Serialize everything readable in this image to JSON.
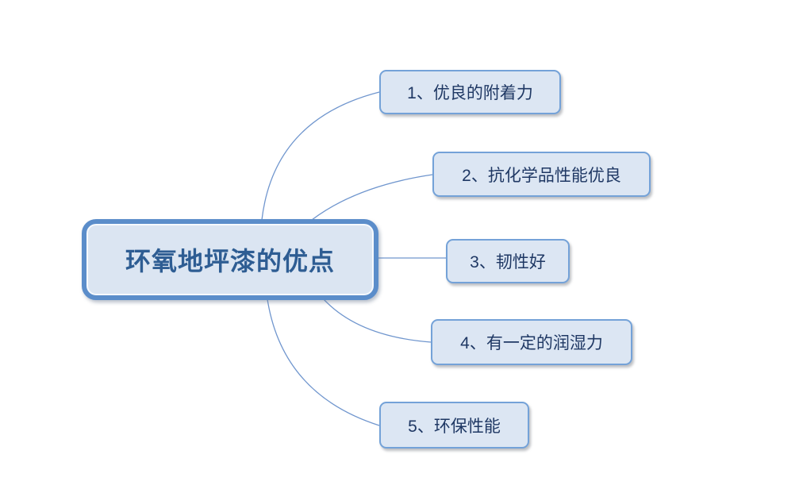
{
  "mindmap": {
    "central": {
      "label": "环氧地坪漆的优点"
    },
    "branches": [
      {
        "id": "1",
        "label": "1、优良的附着力"
      },
      {
        "id": "2",
        "label": "2、抗化学品性能优良"
      },
      {
        "id": "3",
        "label": "3、韧性好"
      },
      {
        "id": "4",
        "label": "4、有一定的润湿力"
      },
      {
        "id": "5",
        "label": "5、环保性能"
      }
    ],
    "colors": {
      "background": "#ffffff",
      "central_border": "#5b8dca",
      "central_fill": "#dbe5f2",
      "central_text": "#2e5d93",
      "branch_border": "#74a2d8",
      "branch_fill": "#dce6f3",
      "branch_text": "#1f3864",
      "connector_line": "#7096ce"
    }
  }
}
